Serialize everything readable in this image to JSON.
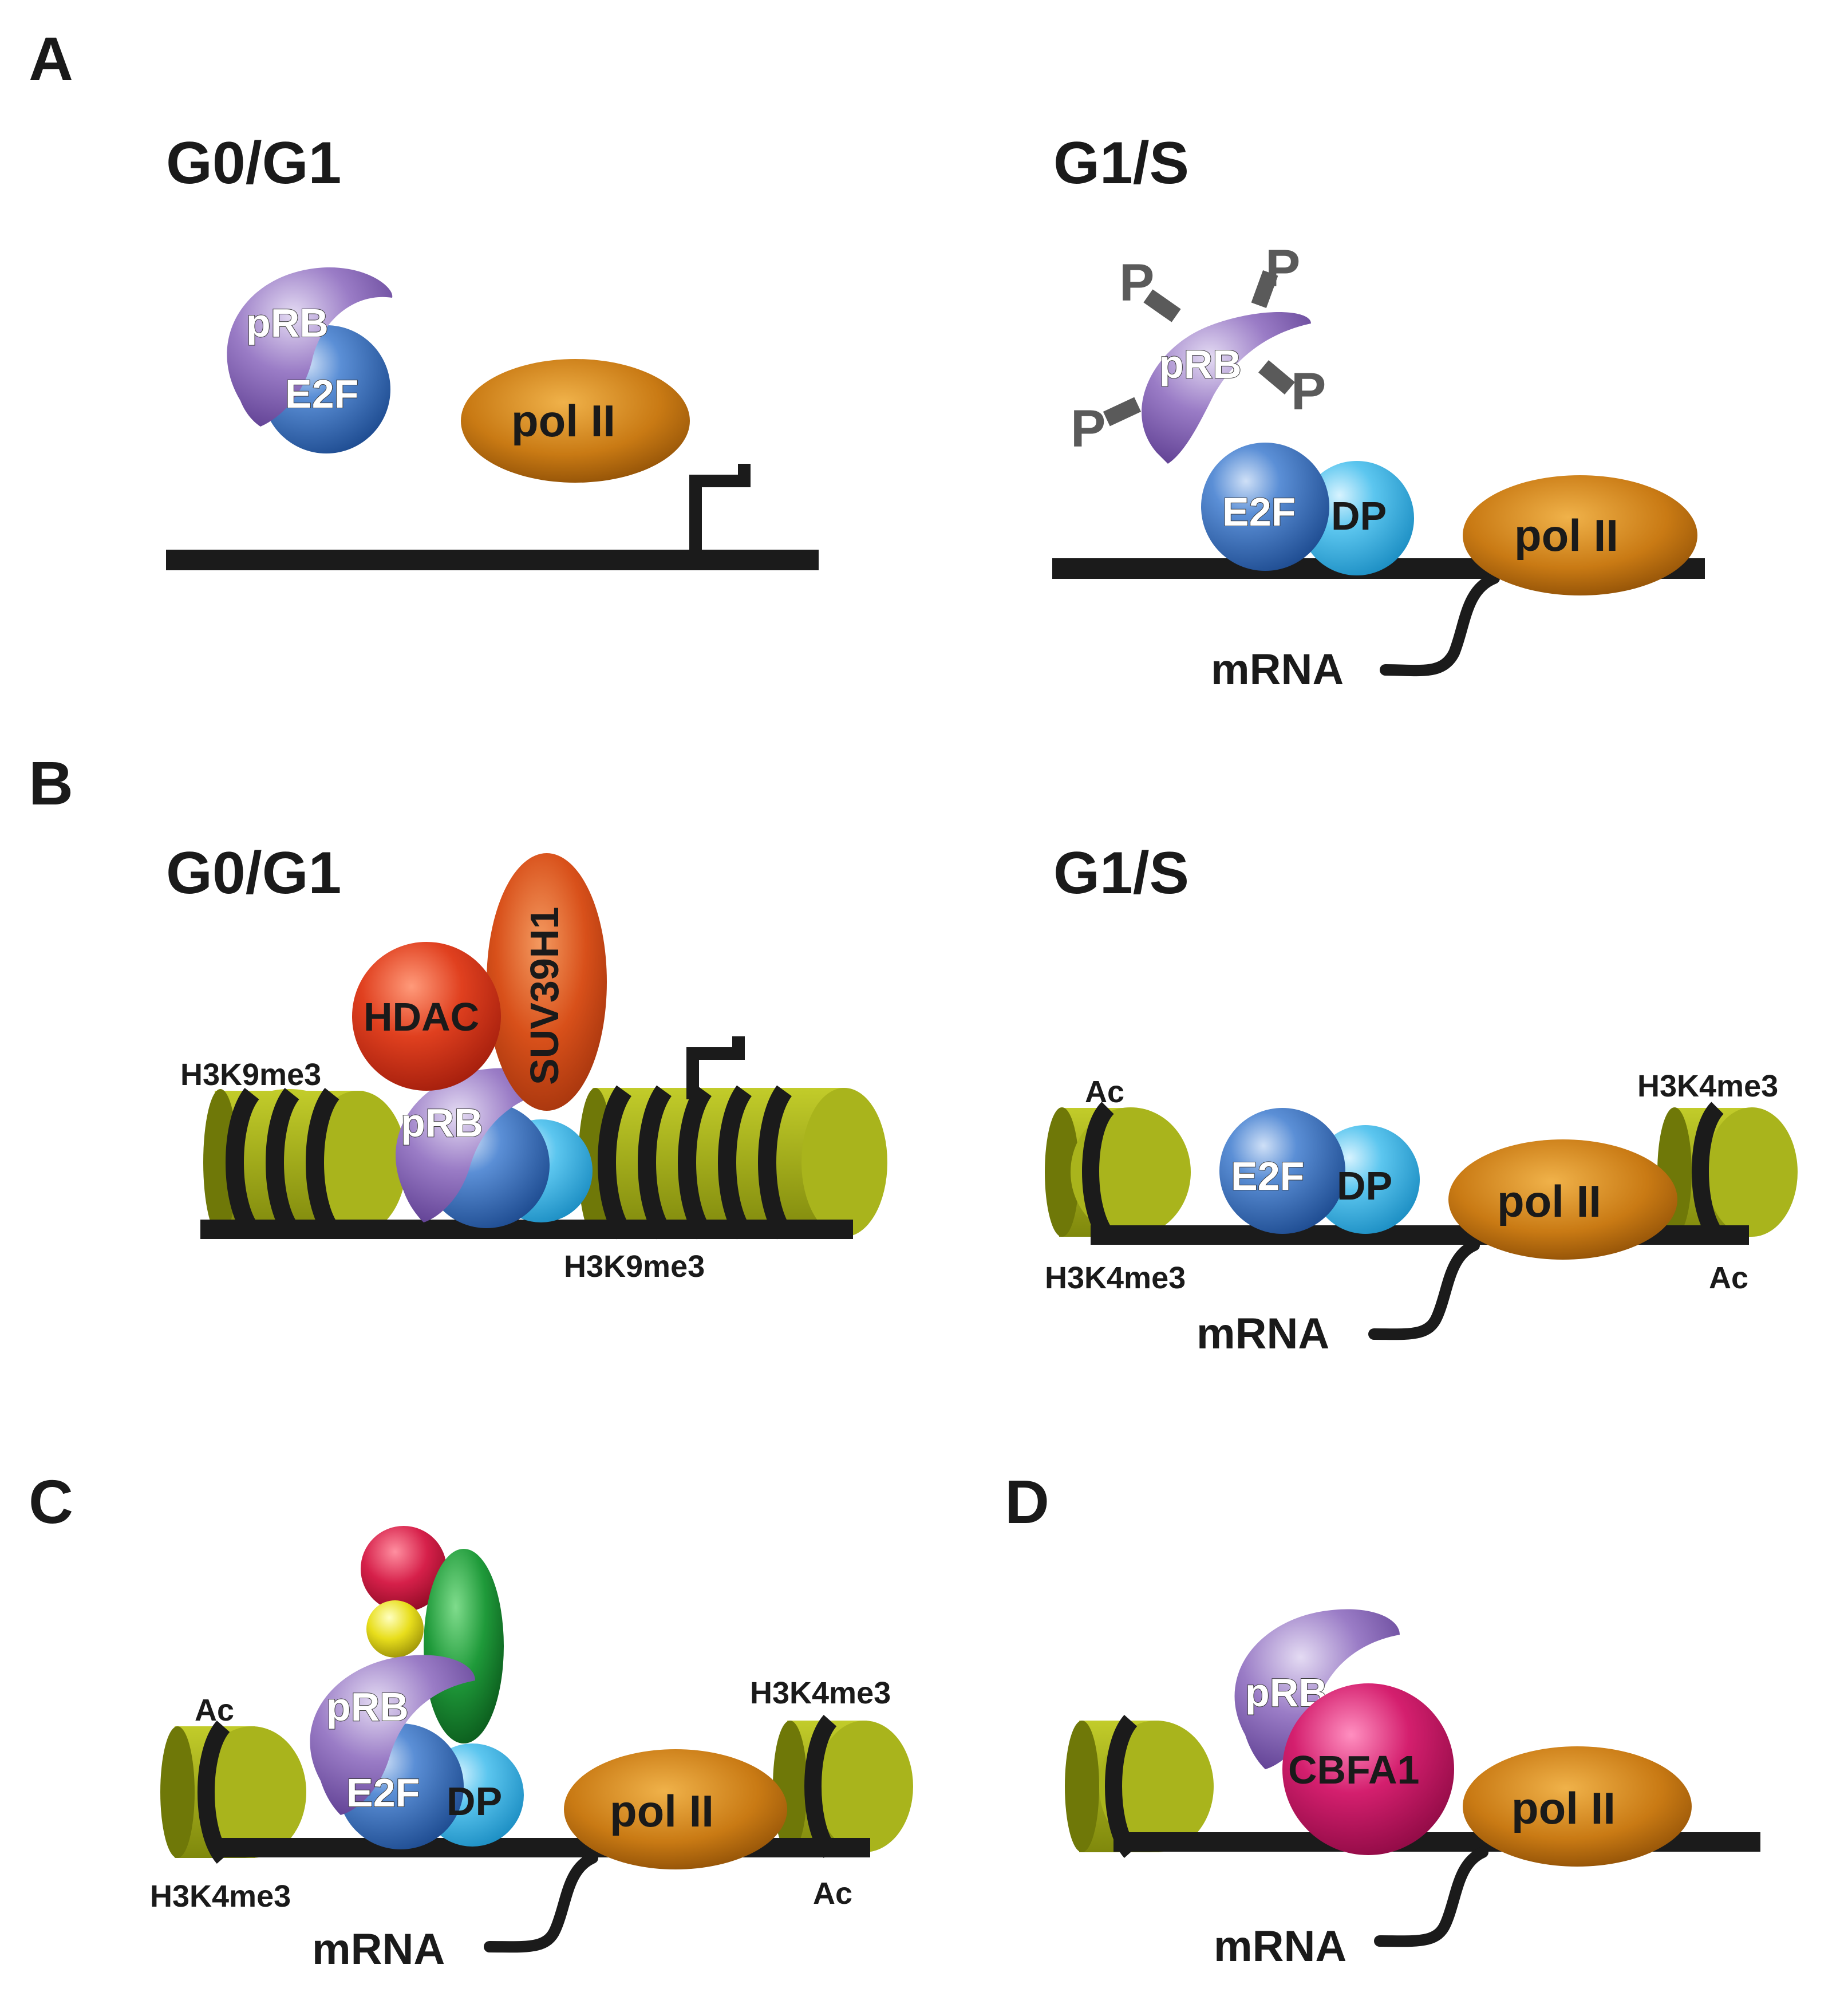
{
  "panels": {
    "A": {
      "letter": "A",
      "left": {
        "phase": "G0/G1",
        "prb": "pRB",
        "e2f": "E2F",
        "polii": "pol II"
      },
      "right": {
        "phase": "G1/S",
        "prb": "pRB",
        "p": "P",
        "e2f": "E2F",
        "dp": "DP",
        "polii": "pol II",
        "mrna": "mRNA"
      }
    },
    "B": {
      "letter": "B",
      "left": {
        "phase": "G0/G1",
        "hdac": "HDAC",
        "suv": "SUV39H1",
        "prb": "pRB",
        "mod_top": "H3K9me3",
        "mod_bottom": "H3K9me3"
      },
      "right": {
        "phase": "G1/S",
        "ac_top": "Ac",
        "h3k4_top": "H3K4me3",
        "e2f": "E2F",
        "dp": "DP",
        "polii": "pol II",
        "h3k4_bottom": "H3K4me3",
        "ac_bottom": "Ac",
        "mrna": "mRNA"
      }
    },
    "C": {
      "letter": "C",
      "ac_top": "Ac",
      "h3k4_top": "H3K4me3",
      "prb": "pRB",
      "e2f": "E2F",
      "dp": "DP",
      "polii": "pol II",
      "h3k4_bottom": "H3K4me3",
      "ac_bottom": "Ac",
      "mrna": "mRNA"
    },
    "D": {
      "letter": "D",
      "prb": "pRB",
      "cbfa1": "CBFA1",
      "polii": "pol II",
      "mrna": "mRNA"
    }
  },
  "colors": {
    "prb": "#8d6bb8",
    "e2f": "#3f74be",
    "dp": "#4ab8e6",
    "polii": "#c97a14",
    "nucleosome": "#a7b21a",
    "hdac": "#d63a1e",
    "suv": "#d8501a",
    "cbfa1": "#d41f6e",
    "phosphate": "#5a5a5a",
    "dna": "#1b1b1b"
  },
  "icons": [
    "promoter-arrow-icon",
    "nucleosome-icon",
    "phosphate-icon"
  ]
}
